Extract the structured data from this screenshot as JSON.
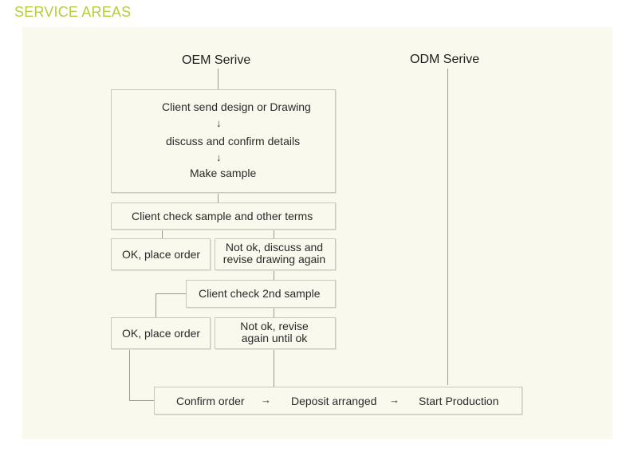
{
  "page_title": "SERVICE AREAS",
  "oem_header": "OEM Serive",
  "odm_header": "ODM Serive",
  "step1": {
    "line1": "Client send design or Drawing",
    "line2": "discuss and confirm details",
    "line3": "Make sample"
  },
  "step2": "Client check sample and other terms",
  "ok_place_order_1": "OK, place order",
  "not_ok_1": [
    "Not ok, discuss and",
    "revise drawing again"
  ],
  "step3": "Client check 2nd sample",
  "ok_place_order_2": "OK, place order",
  "not_ok_2": [
    "Not ok, revise",
    "again until ok"
  ],
  "final": {
    "confirm": "Confirm order",
    "deposit": "Deposit arranged",
    "production": "Start Production"
  },
  "arrow_glyph_down": "↓",
  "arrow_glyph_right": "→",
  "colors": {
    "title": "#b9cc3f",
    "panel": "#faf9ee",
    "border": "#c8c8c0"
  }
}
